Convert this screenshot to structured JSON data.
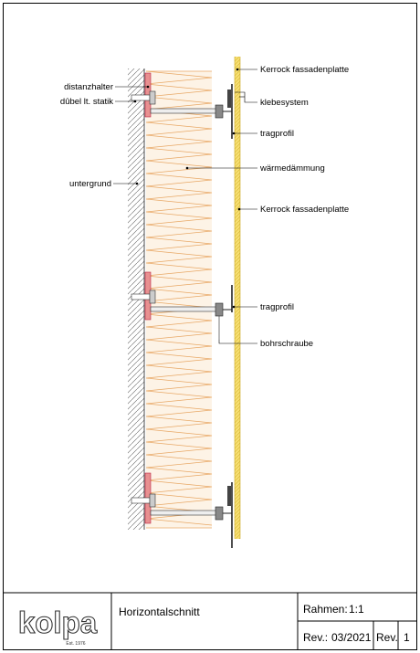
{
  "labels": {
    "distanzhalter": "distanzhalter",
    "duebel": "dûbel lt. statik",
    "untergrund": "untergrund",
    "fassade_top": "Kerrock fassadenplatte",
    "klebesystem": "klebesystem",
    "tragprofil_1": "tragprofil",
    "waermedaemmung": "wärmedämmung",
    "fassade_mid": "Kerrock fassadenplatte",
    "tragprofil_2": "tragprofil",
    "bohrschraube": "bohrschraube"
  },
  "title_block": {
    "logo_text": "kolpa",
    "logo_est": "Est. 1976",
    "drawing_title": "Horizontalschnitt",
    "scale_label": "Rahmen:",
    "scale_value": "1:1",
    "rev_label": "Rev.:",
    "rev_date": "03/2021",
    "rev_label_2": "Rev.",
    "rev_number": "1"
  },
  "colors": {
    "insulation": "#f1c99a",
    "panel": "#f3d24e",
    "spacer": "#e07b7b",
    "wall_hatch": "#555555"
  }
}
